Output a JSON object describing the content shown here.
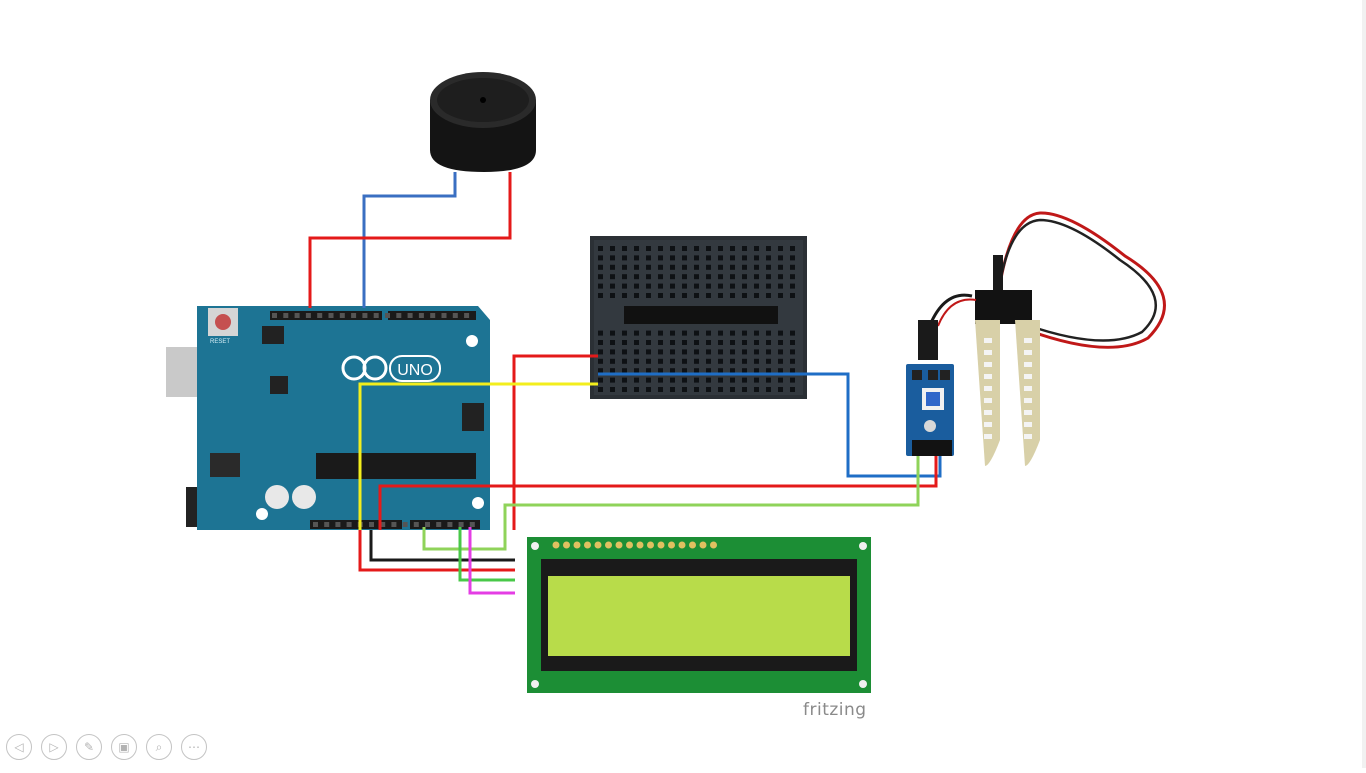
{
  "watermark": "fritzing",
  "arduino": {
    "logo_text": "UNO",
    "reset_label": "RESET"
  },
  "toolbar": {
    "buttons": [
      {
        "name": "previous-slide-button",
        "icon": "arrow-left-icon",
        "glyph": "◁"
      },
      {
        "name": "next-slide-button",
        "icon": "arrow-right-icon",
        "glyph": "▷"
      },
      {
        "name": "pen-button",
        "icon": "pen-icon",
        "glyph": "✎"
      },
      {
        "name": "slides-button",
        "icon": "slides-icon",
        "glyph": "▣"
      },
      {
        "name": "zoom-button",
        "icon": "magnifier-icon",
        "glyph": "⌕"
      },
      {
        "name": "more-options-button",
        "icon": "ellipsis-icon",
        "glyph": "⋯"
      }
    ]
  },
  "colors": {
    "arduino_board": "#1d7494",
    "breadboard": "#2b3035",
    "lcd_pcb": "#1c8e35",
    "lcd_screen": "#b8dc4a",
    "sensor_board": "#1a5d9e",
    "wire_red": "#e41a1a",
    "wire_blue": "#3a6fc2",
    "wire_yellow": "#f3ee1c",
    "wire_green": "#8fd35a",
    "wire_black": "#1a1a1a",
    "wire_magenta": "#e43de4"
  }
}
